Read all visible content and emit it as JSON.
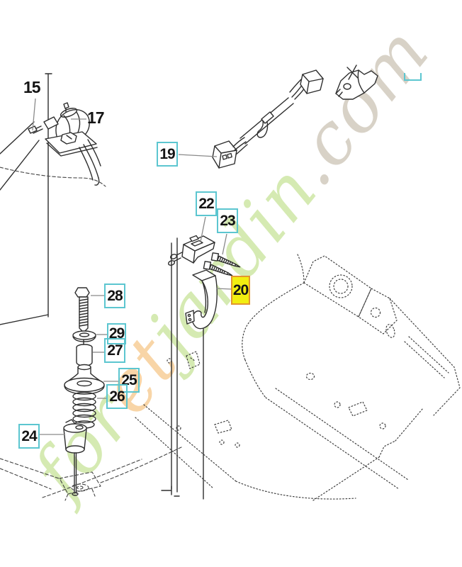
{
  "watermark": {
    "segments": [
      {
        "text": "for",
        "color": "#cbe5a0"
      },
      {
        "text": "et",
        "color": "#f7cb92"
      },
      {
        "text": "jardin",
        "color": "#cbe5a0"
      },
      {
        "text": ".com",
        "color": "#cfc8ba"
      }
    ]
  },
  "parts": {
    "plain": [
      {
        "number": "15"
      },
      {
        "number": "17"
      }
    ],
    "boxed": [
      {
        "number": "19"
      },
      {
        "number": "22"
      },
      {
        "number": "23"
      },
      {
        "number": "28"
      },
      {
        "number": "29"
      },
      {
        "number": "27"
      },
      {
        "number": "25"
      },
      {
        "number": "26"
      },
      {
        "number": "24"
      }
    ],
    "highlighted": {
      "number": "20"
    }
  },
  "colors": {
    "label_box_border": "#5cc6d0",
    "highlight_fill": "#f2ee10",
    "highlight_border": "#e2952f",
    "line_art": "#2e2e2e",
    "leader_line": "#8a8a8a",
    "ghost_part": "#3f3f3f",
    "watermark_green": "#cbe5a0",
    "watermark_orange": "#f7cb92",
    "watermark_gray": "#cfc8ba"
  }
}
